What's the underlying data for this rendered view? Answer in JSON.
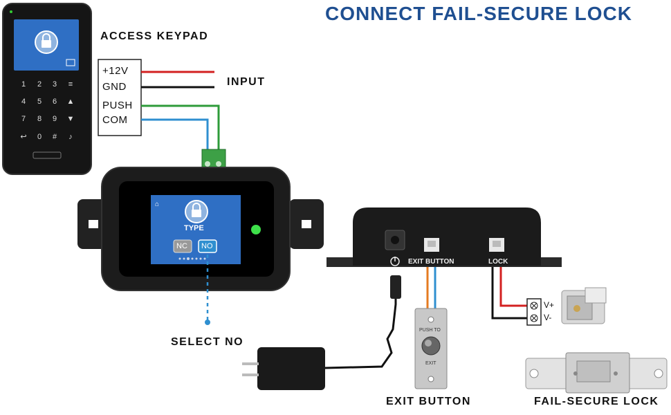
{
  "title": "CONNECT FAIL-SECURE LOCK",
  "labels": {
    "access_keypad": "ACCESS KEYPAD",
    "input": "INPUT",
    "select_no": "SELECT NO",
    "exit_button": "EXIT BUTTON",
    "fail_secure_lock": "FAIL-SECURE LOCK"
  },
  "keypad_terminals": [
    "+12V",
    "GND",
    "PUSH",
    "COM"
  ],
  "controller": {
    "screen_title": "TYPE",
    "option_nc": "NC",
    "option_no": "NO"
  },
  "relay_box": {
    "exit_port": "EXIT BUTTON",
    "lock_port": "LOCK"
  },
  "lock_terminals": [
    "V+",
    "V-"
  ],
  "exit_switch": {
    "top_text": "PUSH TO",
    "bottom_text": "EXIT"
  },
  "colors": {
    "title": "#1f4f91",
    "wire_red": "#d32020",
    "wire_black": "#111111",
    "wire_green": "#2e9b3a",
    "wire_blue": "#2f8fd0",
    "wire_orange": "#e57b21",
    "select_dot": "#2f8fd0"
  }
}
